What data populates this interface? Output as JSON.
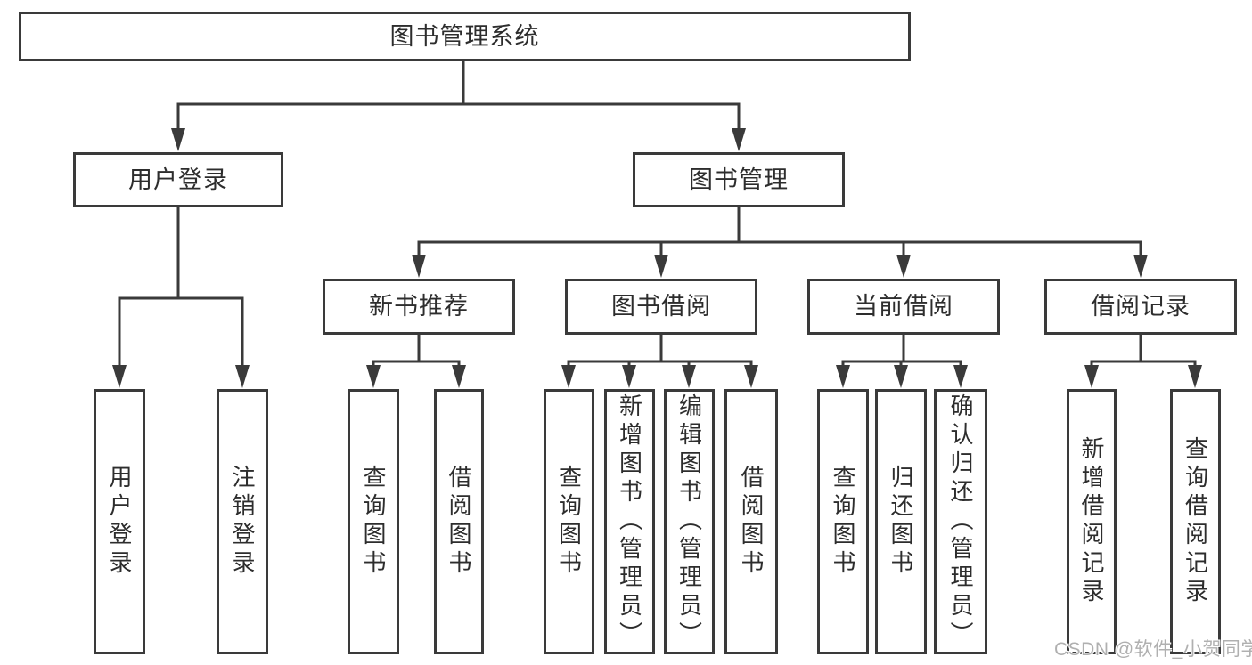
{
  "diagram": {
    "root": {
      "label": "图书管理系统"
    },
    "branches": [
      {
        "label": "用户登录",
        "leaves": [
          "用户登录",
          "注销登录"
        ]
      },
      {
        "label": "图书管理",
        "children": [
          {
            "label": "新书推荐",
            "leaves": [
              "查询图书",
              "借阅图书"
            ]
          },
          {
            "label": "图书借阅",
            "leaves": [
              "查询图书",
              "新增图书（管理员）",
              "编辑图书（管理员）",
              "借阅图书"
            ]
          },
          {
            "label": "当前借阅",
            "leaves": [
              "查询图书",
              "归还图书",
              "确认归还（管理员）"
            ]
          },
          {
            "label": "借阅记录",
            "leaves": [
              "新增借阅记录",
              "查询借阅记录"
            ]
          }
        ]
      }
    ]
  },
  "watermark": {
    "text": "CSDN @软件_小贺同学"
  },
  "colors": {
    "line": "#3a3a3a",
    "text": "#2d2d2d",
    "box_background": "#ffffff",
    "page_background": "#ffffff",
    "watermark": "#b0b0b0"
  }
}
